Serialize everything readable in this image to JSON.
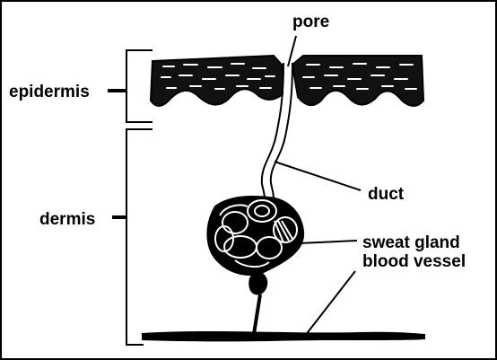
{
  "labels": {
    "pore": "pore",
    "epidermis": "epidermis",
    "duct": "duct",
    "dermis": "dermis",
    "sweat_gland": "sweat gland",
    "blood_vessel": "blood vessel"
  },
  "colors": {
    "ink": "#000000",
    "background": "#ffffff"
  }
}
